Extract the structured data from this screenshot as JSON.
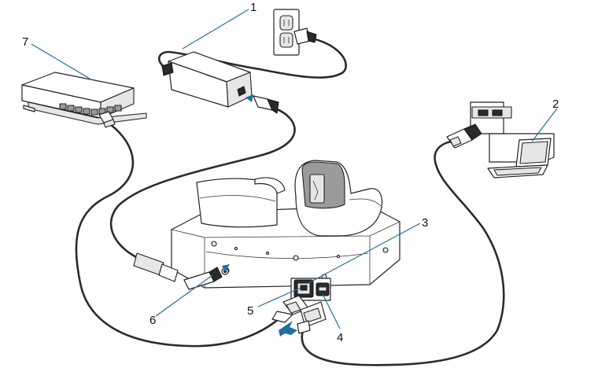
{
  "diagram": {
    "callouts": [
      {
        "id": "1",
        "label": "1"
      },
      {
        "id": "2",
        "label": "2"
      },
      {
        "id": "3",
        "label": "3"
      },
      {
        "id": "4",
        "label": "4"
      },
      {
        "id": "5",
        "label": "5"
      },
      {
        "id": "6",
        "label": "6"
      },
      {
        "id": "7",
        "label": "7"
      }
    ],
    "colors": {
      "leader_line": "#1f6f9f",
      "arrow": "#1f6f9f",
      "cable": "#2b2b2b",
      "outline": "#222222"
    }
  }
}
